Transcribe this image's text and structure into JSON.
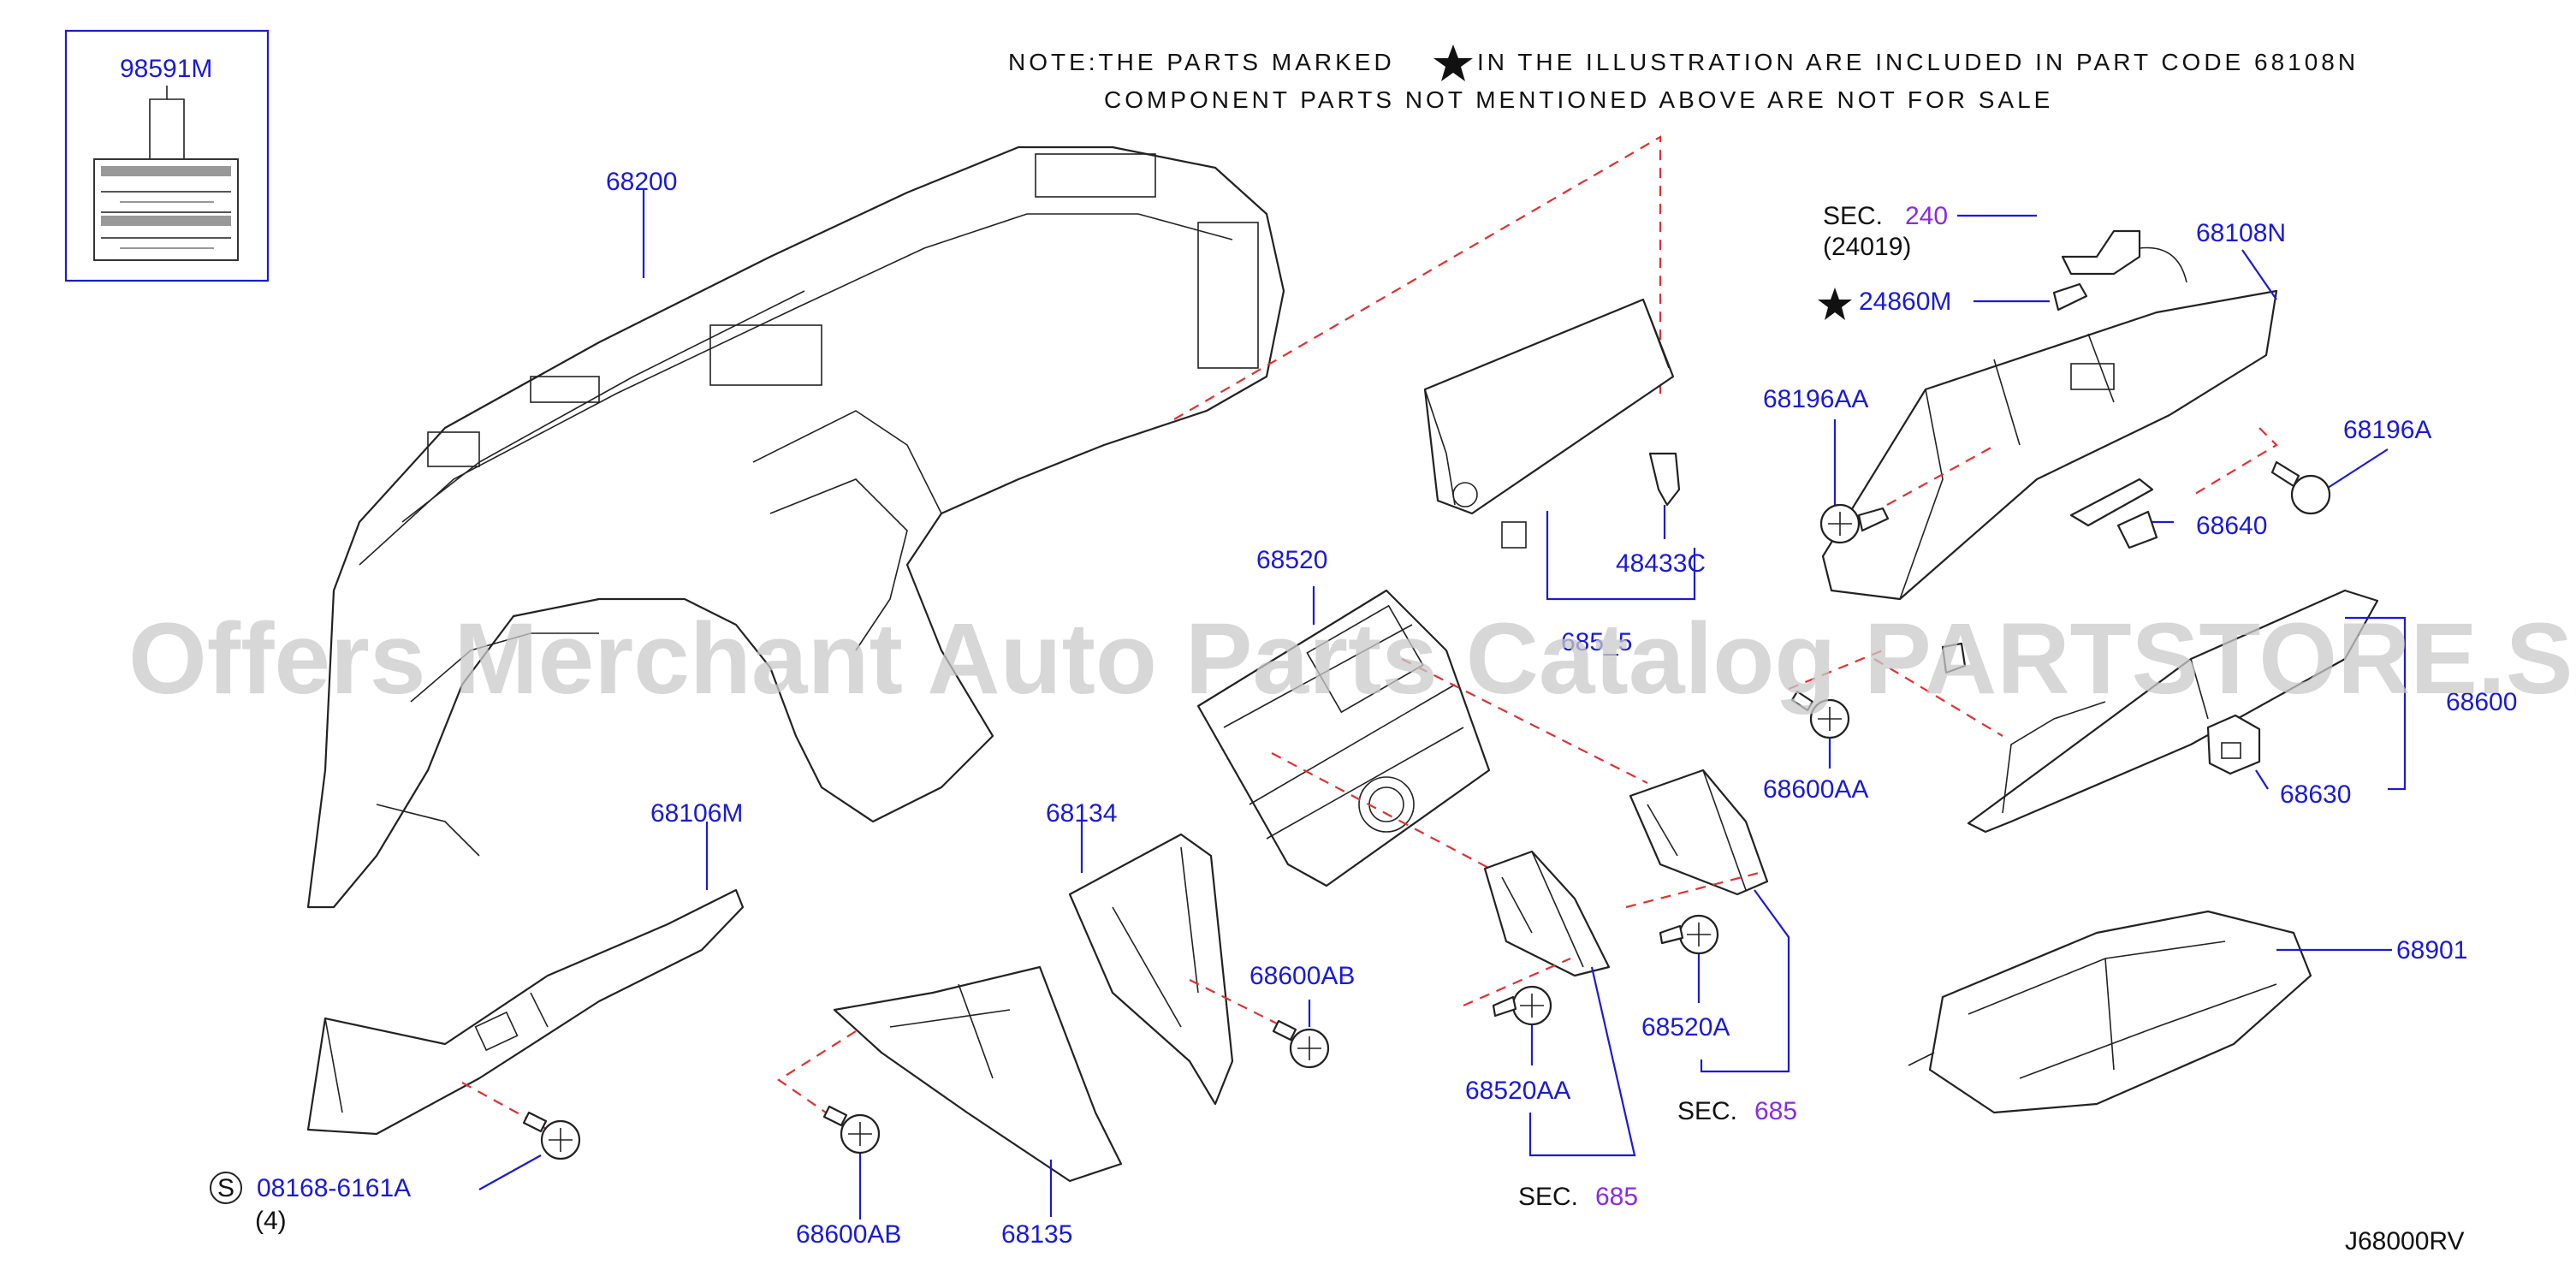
{
  "note": {
    "line1_pre": "NOTE:THE PARTS MARKED",
    "line1_post": "IN THE ILLUSTRATION ARE INCLUDED IN PART CODE 68108N",
    "line2": "COMPONENT PARTS NOT MENTIONED ABOVE ARE NOT FOR SALE"
  },
  "watermark": "Offers Merchant Auto Parts Catalog PARTSTORE.SA",
  "diagram_code": "J68000RV",
  "labels": {
    "p98591M": "98591M",
    "p68200": "68200",
    "sec_prefix": "SEC.",
    "sec240": "240",
    "sub24019": "(24019)",
    "p68108N": "68108N",
    "p24860M": "24860M",
    "p68196AA": "68196AA",
    "p68196A": "68196A",
    "p68640": "68640",
    "p48433C": "48433C",
    "p685_5": "685_5",
    "p68520": "68520",
    "p68600": "68600",
    "p68600AA": "68600AA",
    "p68630": "68630",
    "p68106M": "68106M",
    "p68134": "68134",
    "p68600AB_a": "68600AB",
    "p68600AB_b": "68600AB",
    "p68135": "68135",
    "p68520A": "68520A",
    "p68520AA": "68520AA",
    "sec685": "685",
    "p68901": "68901",
    "screw_code": "08168-6161A",
    "screw_qty": "(4)",
    "s_circle": "S"
  },
  "icons": {
    "star": "star-icon",
    "warning_label": "warning-label-icon",
    "screw": "screw-icon",
    "clip": "clip-icon"
  },
  "colors": {
    "label_blue": "#1a1ad6",
    "sec_purple": "#8a2be2",
    "guide_red": "#e03030",
    "watermark_gray": "#c9c9c9"
  }
}
